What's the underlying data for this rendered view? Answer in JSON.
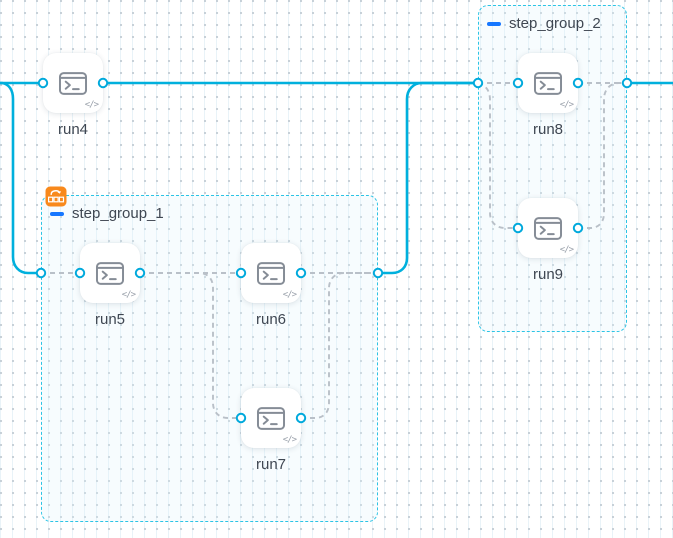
{
  "colors": {
    "edge_active": "#00b0dd",
    "edge_default": "#b9c0c8",
    "group_border": "#2cc4e5",
    "port_stroke": "#00a9dc",
    "node_icon": "#858c96",
    "label_color": "#3f4752",
    "collapse_blue": "#1677ff",
    "badge_orange": "#f8891c"
  },
  "groups": [
    {
      "title": "step_group_1",
      "collapse_icon": "minus-icon",
      "badge_icon": "loop-batch-badge"
    },
    {
      "title": "step_group_2",
      "collapse_icon": "minus-icon"
    }
  ],
  "nodes": [
    {
      "id": "run4",
      "label": "run4",
      "icon": "terminal-icon"
    },
    {
      "id": "run5",
      "label": "run5",
      "icon": "terminal-icon"
    },
    {
      "id": "run6",
      "label": "run6",
      "icon": "terminal-icon"
    },
    {
      "id": "run7",
      "label": "run7",
      "icon": "terminal-icon"
    },
    {
      "id": "run8",
      "label": "run8",
      "icon": "terminal-icon"
    },
    {
      "id": "run9",
      "label": "run9",
      "icon": "terminal-icon"
    }
  ],
  "node_badge": {
    "code_glyph": "</>"
  }
}
